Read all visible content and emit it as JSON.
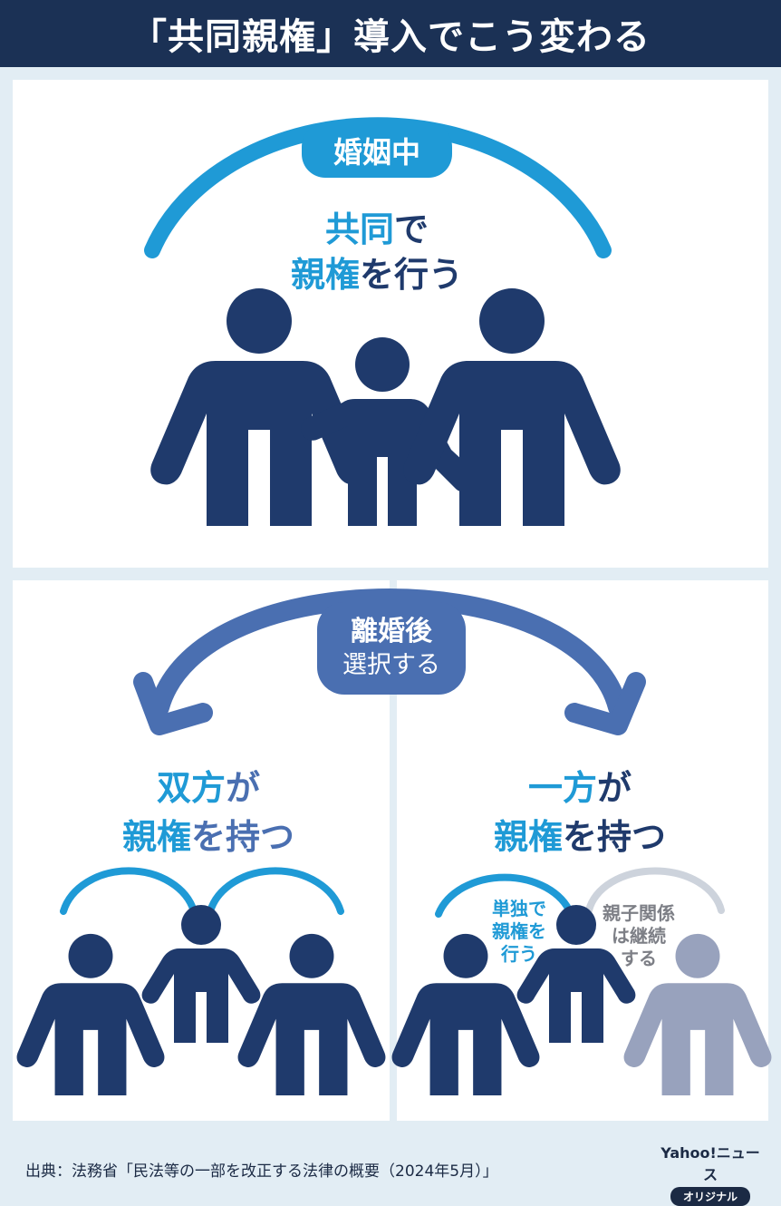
{
  "title": "「共同親権」導入でこう変わる",
  "marriage": {
    "label": "婚姻中",
    "line1_a": "共同",
    "line1_b": "で",
    "line2_a": "親権",
    "line2_b": "を行う"
  },
  "divorce": {
    "label": "離婚後",
    "sublabel": "選択する"
  },
  "both": {
    "line1_a": "双方",
    "line1_b": "が",
    "line2_a": "親権",
    "line2_b": "を持つ"
  },
  "one": {
    "line1_a": "一方",
    "line1_b": "が",
    "line2_a": "親権",
    "line2_b": "を持つ",
    "sole_label": [
      "単独で",
      "親権を",
      "行う"
    ],
    "relation_label": [
      "親子関係",
      "は継続",
      "する"
    ]
  },
  "source": "出典：法務省「民法等の一部を改正する法律の概要（2024年5月）」",
  "brand": {
    "name": "Yahoo!ニュース",
    "tag": "オリジナル"
  },
  "colors": {
    "navy": "#1f3a6c",
    "blue": "#1f9ad6",
    "accent": "#4a6fb1",
    "gray": "#98a2bd",
    "lightgray": "#cdd3dc"
  }
}
